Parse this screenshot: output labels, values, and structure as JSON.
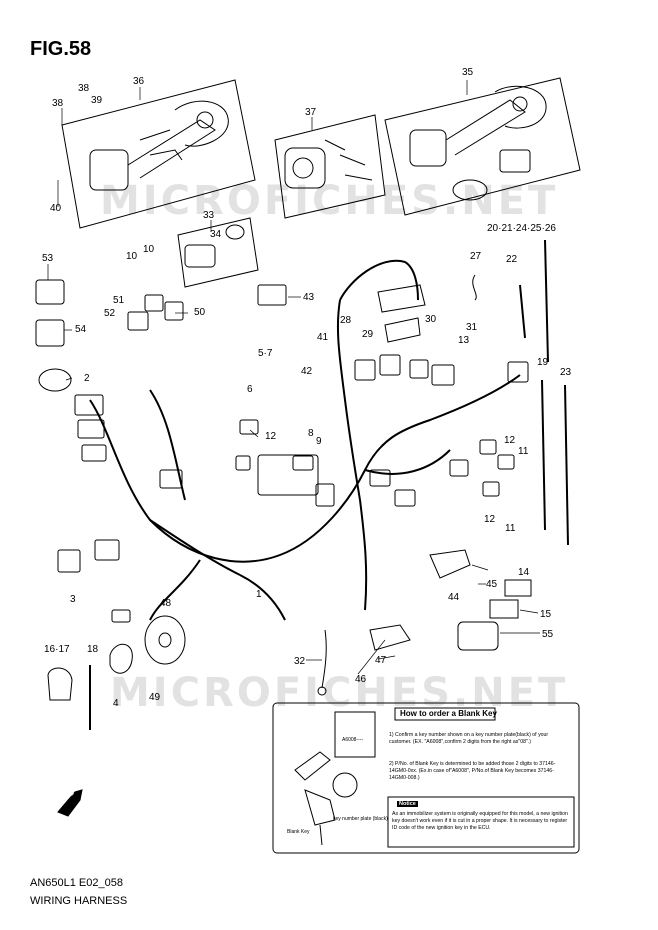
{
  "figure": {
    "title": "FIG.58",
    "code": "AN650L1 E02_058",
    "name": "WIRING HARNESS",
    "watermark": "MICROFICHES.NET"
  },
  "callouts": [
    {
      "id": "c36",
      "text": "36"
    },
    {
      "id": "c38a",
      "text": "38"
    },
    {
      "id": "c38b",
      "text": "38"
    },
    {
      "id": "c39",
      "text": "39"
    },
    {
      "id": "c40",
      "text": "40"
    },
    {
      "id": "c35",
      "text": "35"
    },
    {
      "id": "c37",
      "text": "37"
    },
    {
      "id": "c33",
      "text": "33"
    },
    {
      "id": "c34",
      "text": "34"
    },
    {
      "id": "c20",
      "text": "20·21·24·25·26"
    },
    {
      "id": "c53",
      "text": "53"
    },
    {
      "id": "c10a",
      "text": "10"
    },
    {
      "id": "c10b",
      "text": "10"
    },
    {
      "id": "c51",
      "text": "51"
    },
    {
      "id": "c52",
      "text": "52"
    },
    {
      "id": "c50",
      "text": "50"
    },
    {
      "id": "c54",
      "text": "54"
    },
    {
      "id": "c43",
      "text": "43"
    },
    {
      "id": "c27",
      "text": "27"
    },
    {
      "id": "c22",
      "text": "22"
    },
    {
      "id": "c28",
      "text": "28"
    },
    {
      "id": "c30",
      "text": "30"
    },
    {
      "id": "c29",
      "text": "29"
    },
    {
      "id": "c31",
      "text": "31"
    },
    {
      "id": "c57",
      "text": "5·7"
    },
    {
      "id": "c41",
      "text": "41"
    },
    {
      "id": "c13",
      "text": "13"
    },
    {
      "id": "c2",
      "text": "2"
    },
    {
      "id": "c42",
      "text": "42"
    },
    {
      "id": "c19",
      "text": "19"
    },
    {
      "id": "c23",
      "text": "23"
    },
    {
      "id": "c6",
      "text": "6"
    },
    {
      "id": "c12a",
      "text": "12"
    },
    {
      "id": "c8",
      "text": "8"
    },
    {
      "id": "c9",
      "text": "9"
    },
    {
      "id": "c12b",
      "text": "12"
    },
    {
      "id": "c11a",
      "text": "11"
    },
    {
      "id": "c12c",
      "text": "12"
    },
    {
      "id": "c11b",
      "text": "11"
    },
    {
      "id": "c3",
      "text": "3"
    },
    {
      "id": "c48",
      "text": "48"
    },
    {
      "id": "c1",
      "text": "1"
    },
    {
      "id": "c14",
      "text": "14"
    },
    {
      "id": "c45",
      "text": "45"
    },
    {
      "id": "c44",
      "text": "44"
    },
    {
      "id": "c15",
      "text": "15"
    },
    {
      "id": "c55",
      "text": "55"
    },
    {
      "id": "c1617",
      "text": "16·17"
    },
    {
      "id": "c18",
      "text": "18"
    },
    {
      "id": "c32",
      "text": "32"
    },
    {
      "id": "c47",
      "text": "47"
    },
    {
      "id": "c4",
      "text": "4"
    },
    {
      "id": "c49",
      "text": "49"
    },
    {
      "id": "c46",
      "text": "46"
    }
  ],
  "blank_key_box": {
    "title": "How to order a Blank Key",
    "para1": "1) Confirm a key number shown on a key number plate(black) of your customer. (EX. \"A6008\",confirm 2 digits from the right as\"08\".)",
    "para2": "2) P/No. of Blank Key is determined to be added those 2 digits to 37146-14GM0-0xx. (Ex.in case of\"A6008\", P/No.of Blank Key becomes 37146-14GM0-008.)",
    "notice_label": "Notice",
    "notice": "As an immobilizer system is originally equipped for this model, a new ignition key doesn't work even if it is cut in a proper shape. It is necessary to register ID code of the new ignition key in the ECU.",
    "key_code": "A6008----",
    "plate_label": "key number plate (black)",
    "blank_key_label": "Blank Key"
  },
  "fwd_label": "FWD"
}
